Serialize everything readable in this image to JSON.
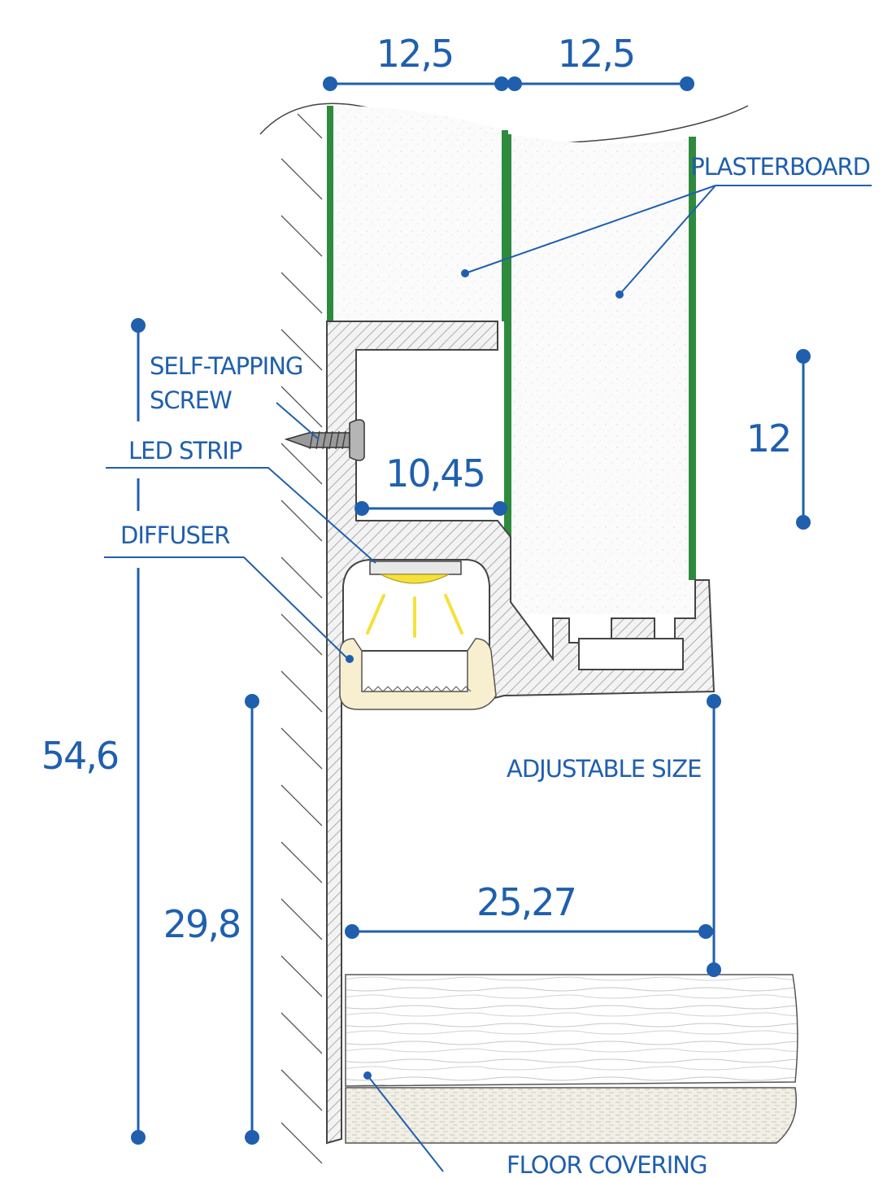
{
  "dimensions": {
    "board_left_thickness": "12,5",
    "board_right_thickness": "12,5",
    "board_overlap_height": "12",
    "channel_width": "10,45",
    "total_height": "54,6",
    "lower_height": "29,8",
    "skirting_width": "25,27"
  },
  "labels": {
    "plasterboard": "PLASTERBOARD",
    "self_tapping_screw_line1": "SELF-TAPPING",
    "self_tapping_screw_line2": "SCREW",
    "led_strip": "LED STRIP",
    "diffuser": "DIFFUSER",
    "adjustable_size": "ADJUSTABLE SIZE",
    "floor_covering": "FLOOR COVERING"
  },
  "colors": {
    "dimension_blue": "#1f5fae",
    "plasterboard_edge": "#2e8b3e",
    "profile_fill": "#f2f2f2",
    "led_yellow": "#f6e03a",
    "diffuser_fill": "#f7efcf"
  }
}
